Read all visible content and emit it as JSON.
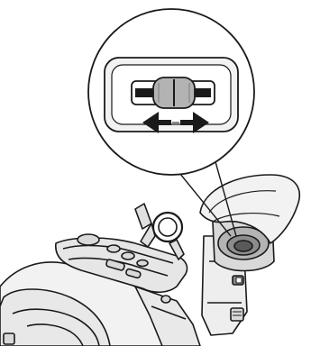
{
  "illustration": {
    "subject": "camcorder-viewfinder-diopter-adjustment",
    "palette": {
      "ink": "#1a1a1a",
      "light_gray": "#f2f2f2",
      "mid_gray": "#d9d9d9",
      "dark_gray": "#8c8c8c",
      "lever_fill": "#b3b3b3",
      "background": "#ffffff"
    },
    "callout": {
      "shows": "diopter-adjustment-lever",
      "arrow_directions": [
        "left",
        "right"
      ]
    }
  }
}
